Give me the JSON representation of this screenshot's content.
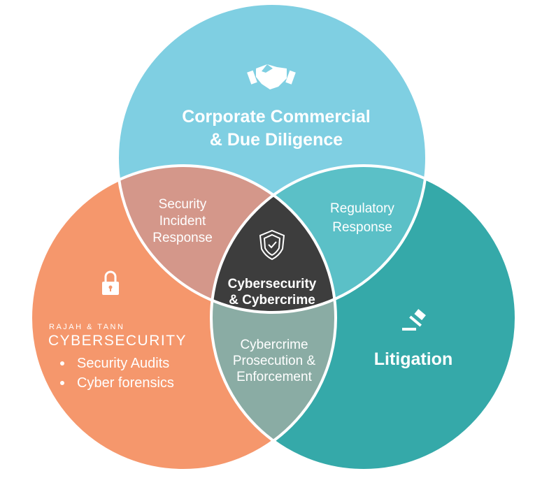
{
  "colors": {
    "top": "#7fcfe2",
    "left": "#f5976c",
    "right": "#35a9a9",
    "top_left": "#d4978a",
    "top_right": "#5bc0c7",
    "left_right": "#8aaca4",
    "center": "#3d3d3d"
  },
  "top_circle": {
    "icon": "handshake-icon",
    "line1": "Corporate Commercial",
    "line2": "& Due Diligence"
  },
  "left_circle": {
    "icon": "lock-icon",
    "brand_small": "RAJAH & TANN",
    "brand_large": "CYBERSECURITY",
    "bullets": [
      "Security Audits",
      "Cyber forensics"
    ]
  },
  "right_circle": {
    "icon": "gavel-icon",
    "label": "Litigation"
  },
  "top_left_overlap": {
    "lines": [
      "Security",
      "Incident",
      "Response"
    ]
  },
  "top_right_overlap": {
    "lines": [
      "Regulatory",
      "Response"
    ]
  },
  "left_right_overlap": {
    "lines": [
      "Cybercrime",
      "Prosecution &",
      "Enforcement"
    ]
  },
  "center": {
    "icon": "shield-check-icon",
    "line1": "Cybersecurity",
    "line2": "& Cybercrime"
  }
}
